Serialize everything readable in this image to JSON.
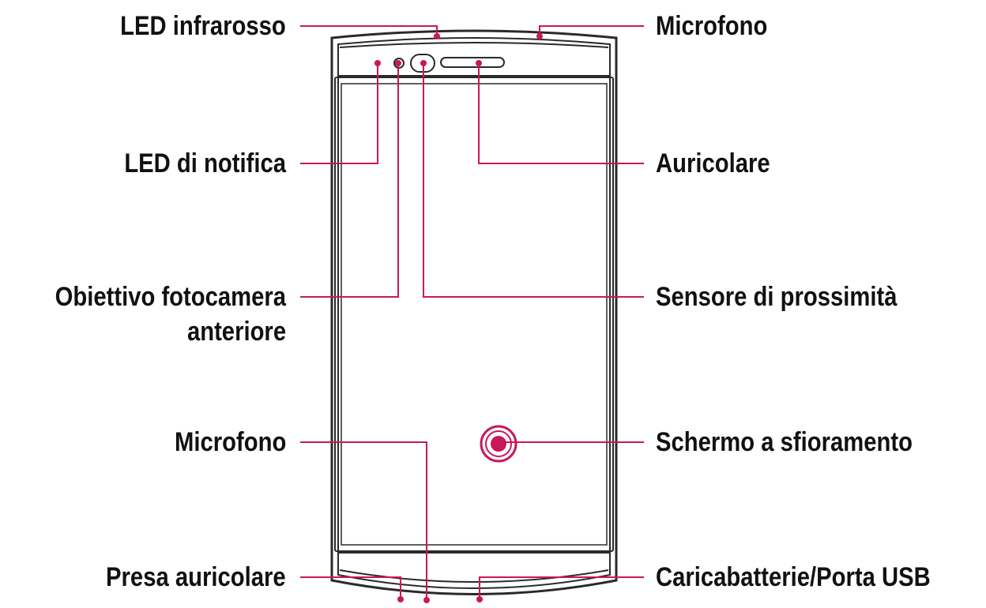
{
  "diagram": {
    "callout_color": "#c8185a",
    "device_outline_color": "#2a2a2a",
    "labels": {
      "led_infrarosso": "LED infrarosso",
      "microfono_top": "Microfono",
      "led_notifica": "LED di notifica",
      "auricolare": "Auricolare",
      "obiettivo_line1": "Obiettivo fotocamera",
      "obiettivo_line2": "anteriore",
      "sensore_prossimita": "Sensore di prossimità",
      "microfono_bottom": "Microfono",
      "schermo": "Schermo a sfioramento",
      "presa_auricolare": "Presa auricolare",
      "caricabatterie": "Caricabatterie/Porta USB"
    }
  }
}
